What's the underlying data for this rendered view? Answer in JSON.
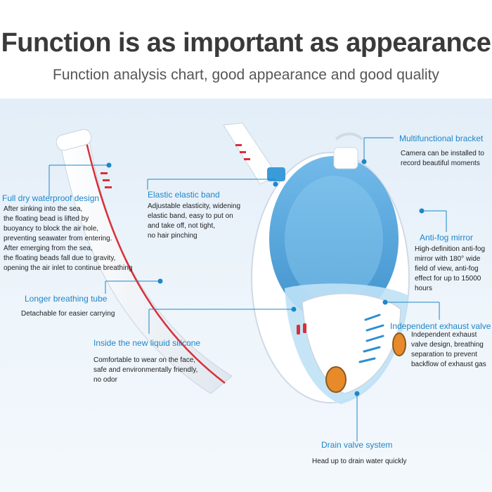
{
  "header": {
    "title": "Function is as important as appearance",
    "subtitle": "Function analysis chart, good appearance and good quality"
  },
  "colors": {
    "label_blue": "#1e86c9",
    "panel_bg": "#e8f1f9",
    "mask_blue": "#3b9ad8",
    "accent_red": "#d8303a",
    "accent_orange": "#e88a2a"
  },
  "callouts": {
    "bracket": {
      "title": "Multifunctional bracket",
      "lines": [
        "Camera can be installed to",
        "record beautiful moments"
      ]
    },
    "dry_design": {
      "title": "Full dry waterproof design",
      "lines": [
        "After sinking into the sea,",
        "the floating bead is lifted by",
        "buoyancy to block the air hole,",
        "preventing seawater from entering.",
        "After emerging from the sea,",
        "the floating beads fall due to gravity,",
        "opening the air inlet to continue breathing"
      ]
    },
    "band": {
      "title": "Elastic elastic band",
      "lines": [
        "Adjustable elasticity, widening",
        "elastic band, easy to put on",
        " and take off, not tight,",
        "no hair pinching"
      ]
    },
    "antifog": {
      "title": "Anti-fog mirror",
      "lines": [
        "High-definition anti-fog",
        "mirror with 180° wide",
        "field of view, anti-fog",
        "effect for up to 15000",
        "hours"
      ]
    },
    "tube": {
      "title": "Longer breathing tube",
      "lines": [
        "Detachable for easier carrying"
      ]
    },
    "exhaust": {
      "title": "Independent exhaust valve",
      "lines": [
        "Independent exhaust",
        "valve design, breathing",
        "separation to prevent",
        "backflow of exhaust gas"
      ]
    },
    "silicone": {
      "title": "Inside the new liquid silicone",
      "lines": [
        "Comfortable to wear on the face,",
        "safe and environmentally friendly,",
        "no odor"
      ]
    },
    "drain": {
      "title": "Drain valve system",
      "lines": [
        "Head up to drain water quickly"
      ]
    }
  }
}
